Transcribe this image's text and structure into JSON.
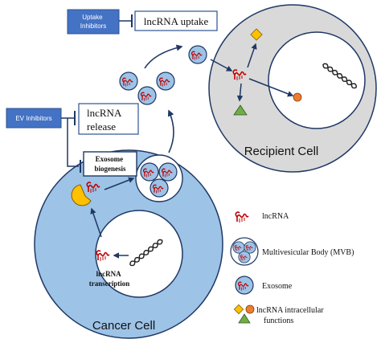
{
  "labels": {
    "uptake_inhibitors": [
      "Uptake",
      "Inhibitors"
    ],
    "lncrna_uptake": "lncRNA uptake",
    "ev_inhibitors": "EV Inhibitors",
    "lncrna_release": [
      "lncRNA",
      "release"
    ],
    "exosome_biogenesis": [
      "Exosome",
      "biogenesis"
    ],
    "lncrna_transcription": [
      "lncRNA",
      "transcription"
    ],
    "recipient_cell": "Recipient  Cell",
    "cancer_cell": "Cancer Cell"
  },
  "legend": {
    "lncrna": "lncRNA",
    "mvb": "Multivesicular Body (MVB)",
    "exosome": "Exosome",
    "functions": [
      "lncRNA intracellular",
      "functions"
    ]
  },
  "colors": {
    "cell_fill": "#9DC3E6",
    "nucleus_fill": "#ffffff",
    "recipient_fill": "#D9D9D9",
    "inhibitor_fill": "#4472C4",
    "arrow": "#1F3864",
    "rna": "#C00000",
    "enzyme": "#FFC000",
    "diamond": "#FFC000",
    "circle": "#ED7D31",
    "triangle": "#70AD47"
  }
}
